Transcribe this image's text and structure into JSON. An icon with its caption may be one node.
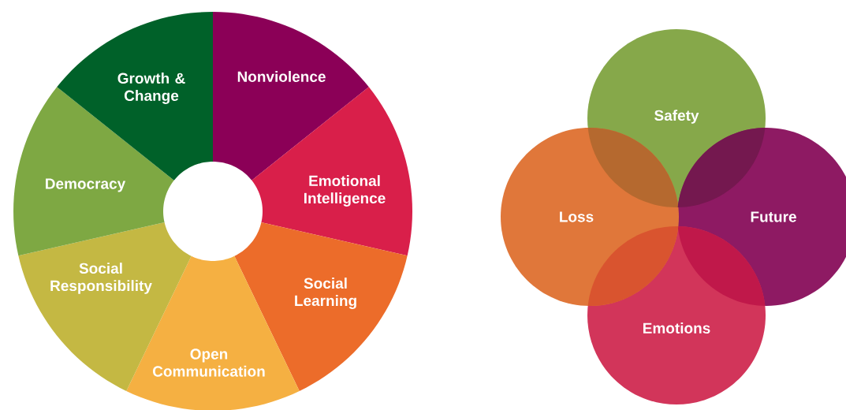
{
  "diagram": {
    "nodes": [
      {
        "text": [
          "Nonviolence"
        ]
      },
      {
        "text": [
          "Emotional Intelligence"
        ]
      },
      {
        "text": [
          "Social Learning"
        ]
      },
      {
        "text": [
          "Open Communication"
        ]
      },
      {
        "text": [
          "Social Responsibility"
        ]
      },
      {
        "text": [
          "Democracy"
        ]
      },
      {
        "text": [
          "Growth & Change"
        ]
      },
      {
        "text": [
          "Safety"
        ]
      },
      {
        "text": [
          "Loss"
        ]
      },
      {
        "text": [
          "Future"
        ]
      },
      {
        "text": [
          "Emotions"
        ]
      }
    ]
  }
}
